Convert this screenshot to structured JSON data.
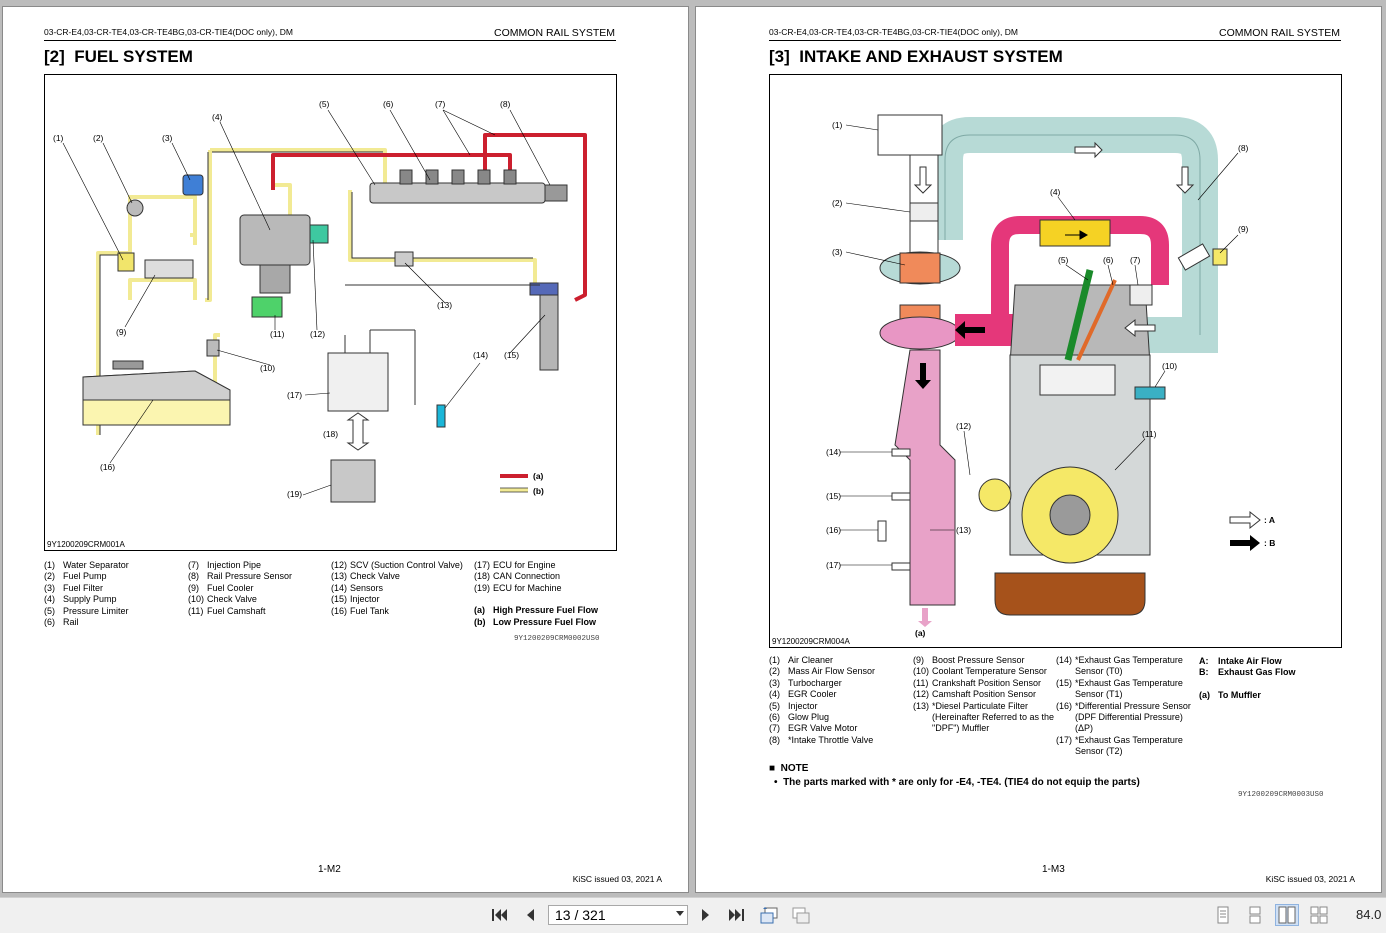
{
  "left_page": {
    "header_models": "03-CR-E4,03-CR-TE4,03-CR-TE4BG,03-CR-TIE4(DOC only), DM",
    "header_section": "COMMON RAIL SYSTEM",
    "title_num": "[2]",
    "title_text": "FUEL SYSTEM",
    "figure_code": "9Y1200209CRM001A",
    "callouts": [
      "(1)",
      "(2)",
      "(3)",
      "(4)",
      "(5)",
      "(6)",
      "(7)",
      "(8)",
      "(9)",
      "(10)",
      "(11)",
      "(12)",
      "(13)",
      "(14)",
      "(15)",
      "(16)",
      "(17)",
      "(18)",
      "(19)"
    ],
    "legend_a": "(a)",
    "legend_b": "(b)",
    "legend_colors": {
      "high_pressure": "#cc1f2e",
      "low_pressure": "#f2ea94"
    },
    "parts_col1": [
      {
        "n": "(1)",
        "t": "Water Separator"
      },
      {
        "n": "(2)",
        "t": "Fuel Pump"
      },
      {
        "n": "(3)",
        "t": "Fuel Filter"
      },
      {
        "n": "(4)",
        "t": "Supply Pump"
      },
      {
        "n": "(5)",
        "t": "Pressure Limiter"
      },
      {
        "n": "(6)",
        "t": "Rail"
      }
    ],
    "parts_col2": [
      {
        "n": "(7)",
        "t": "Injection Pipe"
      },
      {
        "n": "(8)",
        "t": "Rail Pressure Sensor"
      },
      {
        "n": "(9)",
        "t": "Fuel Cooler"
      },
      {
        "n": "(10)",
        "t": "Check Valve"
      },
      {
        "n": "(11)",
        "t": "Fuel Camshaft"
      }
    ],
    "parts_col3": [
      {
        "n": "(12)",
        "t": "SCV (Suction Control Valve)"
      },
      {
        "n": "(13)",
        "t": "Check Valve"
      },
      {
        "n": "(14)",
        "t": "Sensors"
      },
      {
        "n": "(15)",
        "t": "Injector"
      },
      {
        "n": "(16)",
        "t": "Fuel Tank"
      }
    ],
    "parts_col4": [
      {
        "n": "(17)",
        "t": "ECU for Engine"
      },
      {
        "n": "(18)",
        "t": "CAN Connection"
      },
      {
        "n": "(19)",
        "t": "ECU for Machine"
      }
    ],
    "flow_a": {
      "n": "(a)",
      "t": "High Pressure Fuel Flow"
    },
    "flow_b": {
      "n": "(b)",
      "t": "Low Pressure Fuel Flow"
    },
    "doc_code": "9Y1200209CRM0002US0",
    "page_number": "1-M2",
    "kisc": "KiSC issued 03, 2021 A"
  },
  "right_page": {
    "header_models": "03-CR-E4,03-CR-TE4,03-CR-TE4BG,03-CR-TIE4(DOC only), DM",
    "header_section": "COMMON RAIL SYSTEM",
    "title_num": "[3]",
    "title_text": "INTAKE AND EXHAUST SYSTEM",
    "figure_code": "9Y1200209CRM004A",
    "callouts": [
      "(1)",
      "(2)",
      "(3)",
      "(4)",
      "(5)",
      "(6)",
      "(7)",
      "(8)",
      "(9)",
      "(10)",
      "(11)",
      "(12)",
      "(13)",
      "(14)",
      "(15)",
      "(16)",
      "(17)",
      "(a)"
    ],
    "legend_A": ": A",
    "legend_B": ": B",
    "parts_col1": [
      {
        "n": "(1)",
        "t": "Air Cleaner"
      },
      {
        "n": "(2)",
        "t": "Mass Air Flow Sensor"
      },
      {
        "n": "(3)",
        "t": "Turbocharger"
      },
      {
        "n": "(4)",
        "t": "EGR Cooler"
      },
      {
        "n": "(5)",
        "t": "Injector"
      },
      {
        "n": "(6)",
        "t": "Glow Plug"
      },
      {
        "n": "(7)",
        "t": "EGR Valve Motor"
      },
      {
        "n": "(8)",
        "t": "*Intake Throttle Valve"
      }
    ],
    "parts_col2": [
      {
        "n": "(9)",
        "t": "Boost Pressure Sensor"
      },
      {
        "n": "(10)",
        "t": "Coolant Temperature Sensor"
      },
      {
        "n": "(11)",
        "t": "Crankshaft Position Sensor"
      },
      {
        "n": "(12)",
        "t": "Camshaft Position Sensor"
      },
      {
        "n": "(13)",
        "t": "*Diesel Particulate Filter"
      },
      {
        "n": "",
        "t": "(Hereinafter Referred to as the"
      },
      {
        "n": "",
        "t": "\"DPF\") Muffler"
      }
    ],
    "parts_col3": [
      {
        "n": "(14)",
        "t": "*Exhaust Gas Temperature"
      },
      {
        "n": "",
        "t": "Sensor (T0)"
      },
      {
        "n": "(15)",
        "t": "*Exhaust Gas Temperature"
      },
      {
        "n": "",
        "t": "Sensor (T1)"
      },
      {
        "n": "(16)",
        "t": "*Differential Pressure Sensor"
      },
      {
        "n": "",
        "t": "(DPF Differential Pressure)"
      },
      {
        "n": "",
        "t": "(ΔP)"
      },
      {
        "n": "(17)",
        "t": "*Exhaust Gas Temperature"
      },
      {
        "n": "",
        "t": "Sensor (T2)"
      }
    ],
    "flow_A": {
      "n": "A:",
      "t": "Intake Air Flow"
    },
    "flow_B": {
      "n": "B:",
      "t": "Exhaust Gas Flow"
    },
    "muffler": {
      "n": "(a)",
      "t": "To Muffler"
    },
    "note_title": "NOTE",
    "note_text": "The parts marked with * are only for -E4, -TE4. (TIE4 do not equip the parts)",
    "doc_code": "9Y1200209CRM0003US0",
    "page_number": "1-M3",
    "kisc": "KiSC issued 03, 2021 A"
  },
  "toolbar": {
    "page_input": "13 / 321",
    "zoom": "84.0",
    "icons": [
      "first-page-icon",
      "prev-page-icon",
      "next-page-icon",
      "last-page-icon",
      "rotate-icon",
      "compare-icon",
      "single-page-icon",
      "continuous-icon",
      "two-page-icon",
      "two-page-continuous-icon"
    ]
  }
}
